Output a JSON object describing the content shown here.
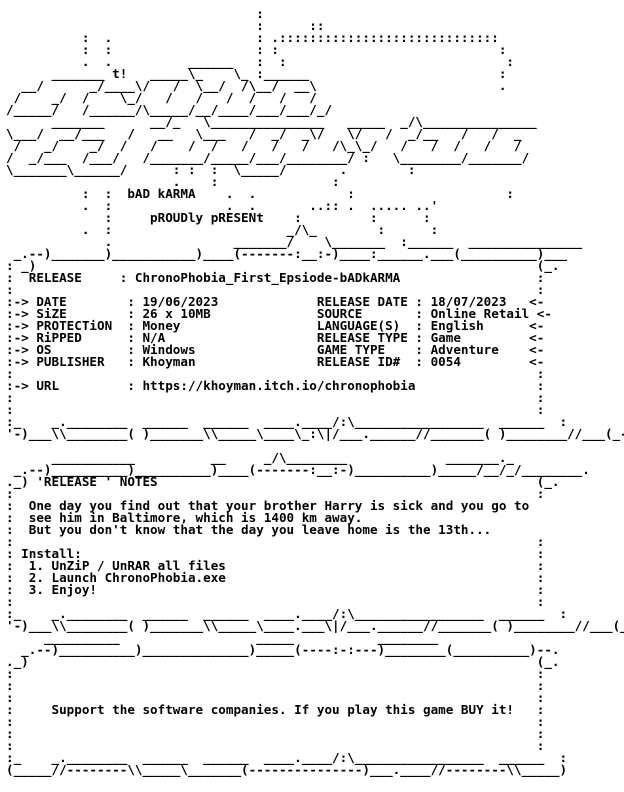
{
  "nfo": {
    "lines": [
      "                                 :",
      "                                 :      ::",
      "          :  .                   : .:::::::::::::::::::::::::::::",
      "          :  :                   : :                             :",
      "          .  .          ______   :  :                             :",
      "      _______ t!   _____\\_    \\_ :______                         :",
      "  __/      _/____\\/   /  \\__/  /\\__/  __\\                        .",
      " /    _/  /    \\_/   /   /   /  /   /   /",
      "/_____/   /______/\\_____/__/____/___/___/_/                  ",
      "      _______      __/_   \\_______________   _____  _/\\_______________",
      "\\___/  __/___   /   __   \\___   /  _/  _\\/   \\/   /  _/__   /   /  _",
      " /   _/    _/  /   /    /  /   /   /   /   /\\_\\_/   /   /  /   /   /",
      "/  _/___  /___/   /_______/_____/___/________/ :   \\________/_______/",
      "\\_______\\______/      : :  :  \\_____/       .        :",
      "                      .    :               :",
      "          :  :  bAD kARMA    .  .            :                    :",
      "          .  :               .  .       ..:: .  ..... ..'",
      "             :     pROUDly pRESENt    :         :      :",
      "          .  :                       _/\\_        :      :",
      "             .                _______/    \\_______  :______  _______________",
      " _.--)_______)___________)____(-------:__:-)____:______.___(__________)___",
      ": _)                                                                  (_.",
      ":  RELEASE     : ChronoPhobia_First_Epsiode-bADkARMA                  :",
      ":                                                                     :",
      ":-> DATE        : 19/06/2023             RELEASE DATE : 18/07/2023   <-",
      ":-> SiZE        : 26 x 10MB              SOURCE       : Online Retail <-",
      ":-> PROTECTiON  : Money                  LANGUAGE(S)  : English      <-",
      ":-> RiPPED      : N/A                    RELEASE TYPE : Game         <-",
      ":-> OS          : Windows                GAME TYPE    : Adventure    <-",
      ":-> PUBLISHER   : Khoyman                RELEASE ID#  : 0054         <-",
      ":                                                                     :",
      ":-> URL         : https://khoyman.itch.io/chronophobia                :",
      ":                                                                     :",
      ":                                                                     :",
      ":_    _.________  ______  ______  ____.____/:\\_________________  ______  :",
      "'-)___\\\\________( )_______\\\\_____\\____\\_:\\|/___.______//_______( )________//___(_-'",
      "",
      "      ___________          __     _/\\________             _______._",
      " _.--)__________)__________)____(-------:__:-)__________)_____/__/_/________.",
      "._) 'RELEASE ' NOTES                                                  (_.",
      ":                                                                     :",
      ":  One day you find out that your brother Harry is sick and you go to",
      ":  see him in Baltimore, which is 1400 km away.",
      ":  But you don't know that the day you leave home is the 13th...",
      ":                                                                     :",
      ": Install:                                                            :",
      ":  1. UnZiP / UnRAR all files                                         :",
      ":  2. Launch ChronoPhobia.exe                                         :",
      ":  3. Enjoy!                                                          :",
      ":                                                                     :",
      ":_    _.________  ______  ______  ____.____/:\\_________________  ______  :",
      "'-)___\\\\________( )_______\\\\_____\\____.___\\|/___.______//_______( )________//___(_-'",
      "     __________                  _____           ________",
      "  _.--)__________)______________)_____(----:-:---)________(__________)--.",
      "._)                                                                   (_.",
      ":                                                                     :",
      ":                                                                     :",
      ":                                                                     :",
      ":     Support the software companies. If you play this game BUY it!   :",
      ":                                                                     :",
      ":                                                                     :",
      ":                                                                     :",
      ":_    _.________  ______  ______  ____.____/:\\_________________  ______  :",
      "(_____//--------\\\\_____\\_______(---------------)___.____//--------\\\\_____)"
    ]
  }
}
